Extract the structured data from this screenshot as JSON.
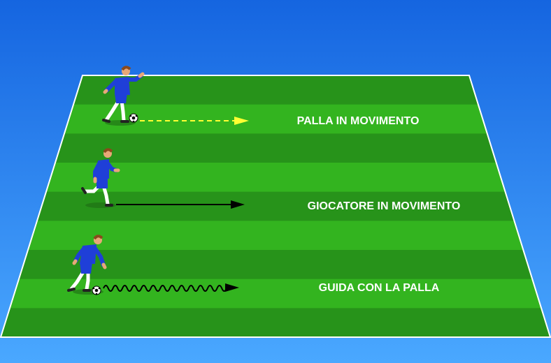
{
  "colors": {
    "sky_top": "#1565e0",
    "sky_bottom": "#4aa8ff",
    "grass_dark": "#27931a",
    "grass_light": "#33b41f",
    "field_line": "#ffffff",
    "jersey": "#1f3fd8",
    "skin": "#e8a878",
    "hair": "#8a4a1c",
    "sock": "#ffffff",
    "ball": "#ffffff",
    "pass_arrow": "#ffff33",
    "run_arrow": "#000000",
    "dribble_arrow": "#000000"
  },
  "legend": [
    {
      "label": "PALLA IN MOVIMENTO",
      "line_style": "dashed",
      "icon": "dashed-arrow-icon"
    },
    {
      "label": "GIOCATORE IN MOVIMENTO",
      "line_style": "solid",
      "icon": "solid-arrow-icon"
    },
    {
      "label": "GUIDA CON LA PALLA",
      "line_style": "wavy",
      "icon": "wavy-arrow-icon"
    }
  ]
}
